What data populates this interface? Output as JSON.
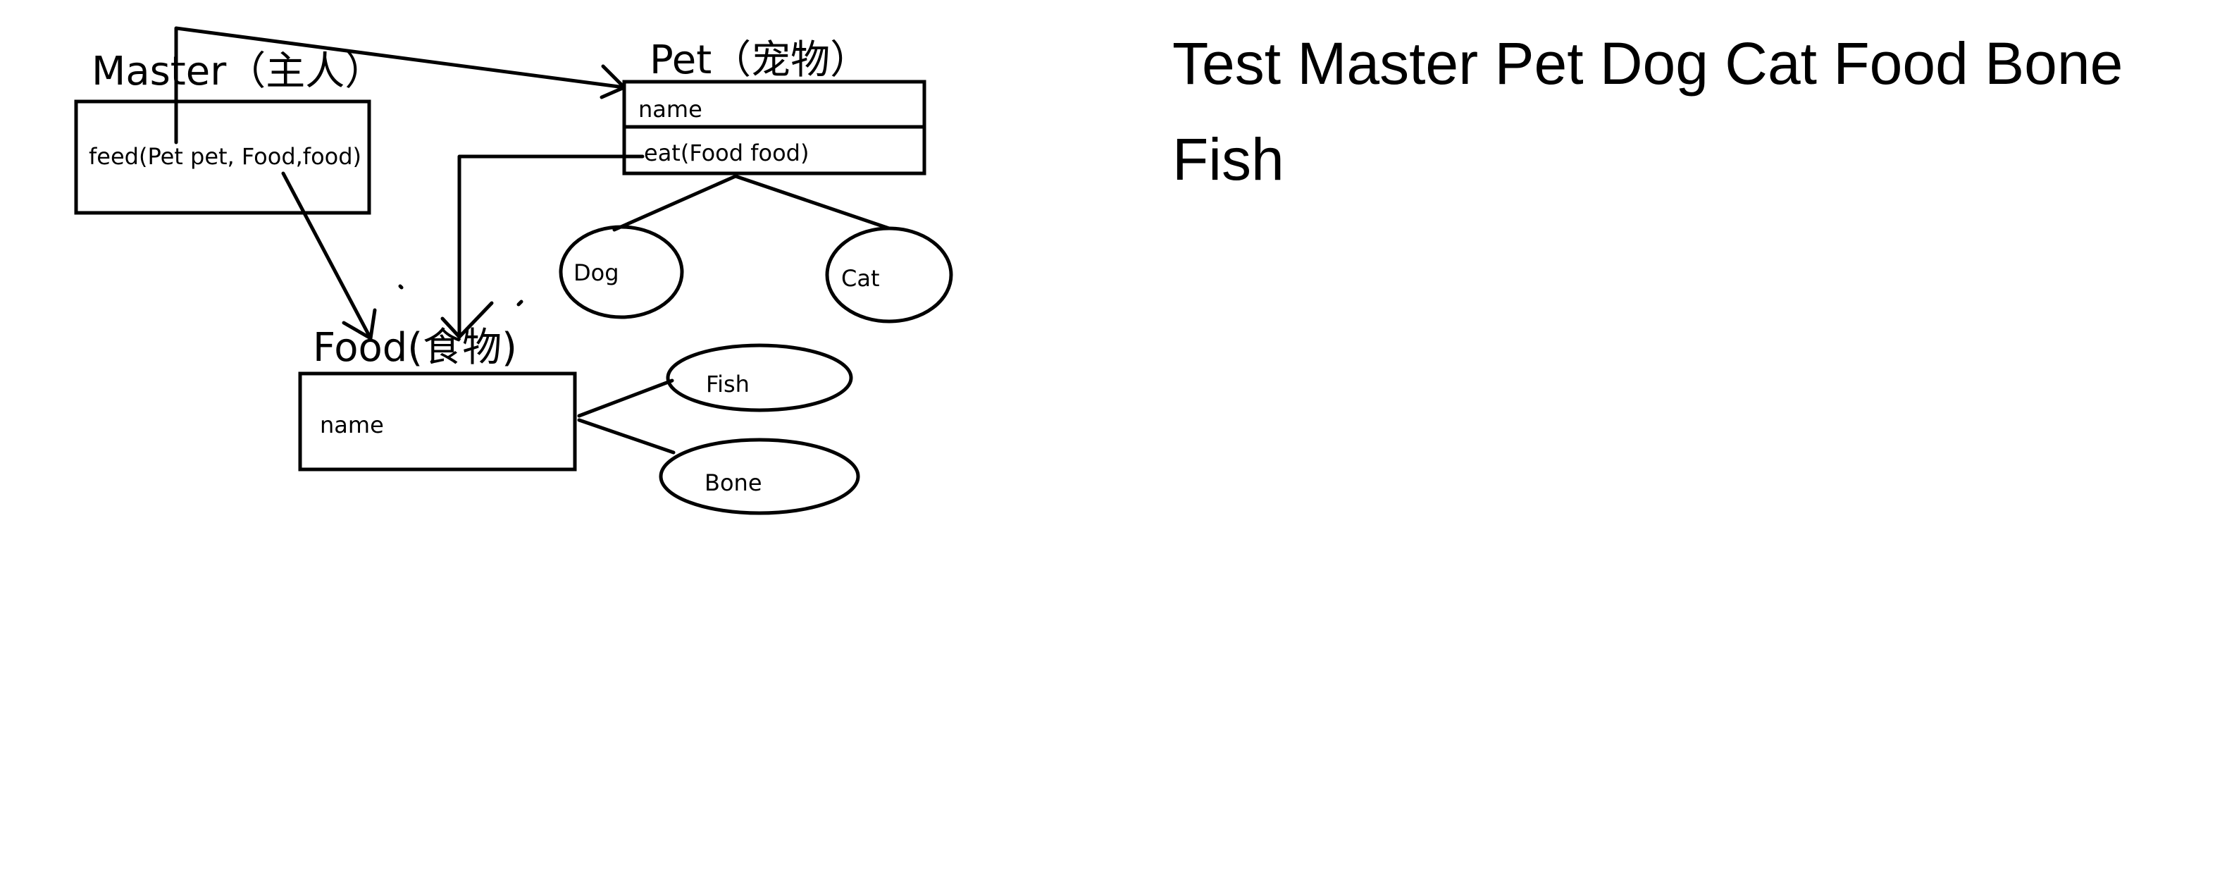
{
  "diagram": {
    "master": {
      "title": "Master（主人）",
      "method": "feed(Pet pet, Food,food)"
    },
    "pet": {
      "title": "Pet（宠物）",
      "field": "name",
      "method": "eat(Food food)"
    },
    "pet_subclasses": {
      "dog": "Dog",
      "cat": "Cat"
    },
    "food": {
      "title": "Food(食物)",
      "field": "name"
    },
    "food_subclasses": {
      "fish": "Fish",
      "bone": "Bone"
    }
  },
  "note": {
    "text": "Test Master Pet Dog Cat Food Bone Fish"
  }
}
